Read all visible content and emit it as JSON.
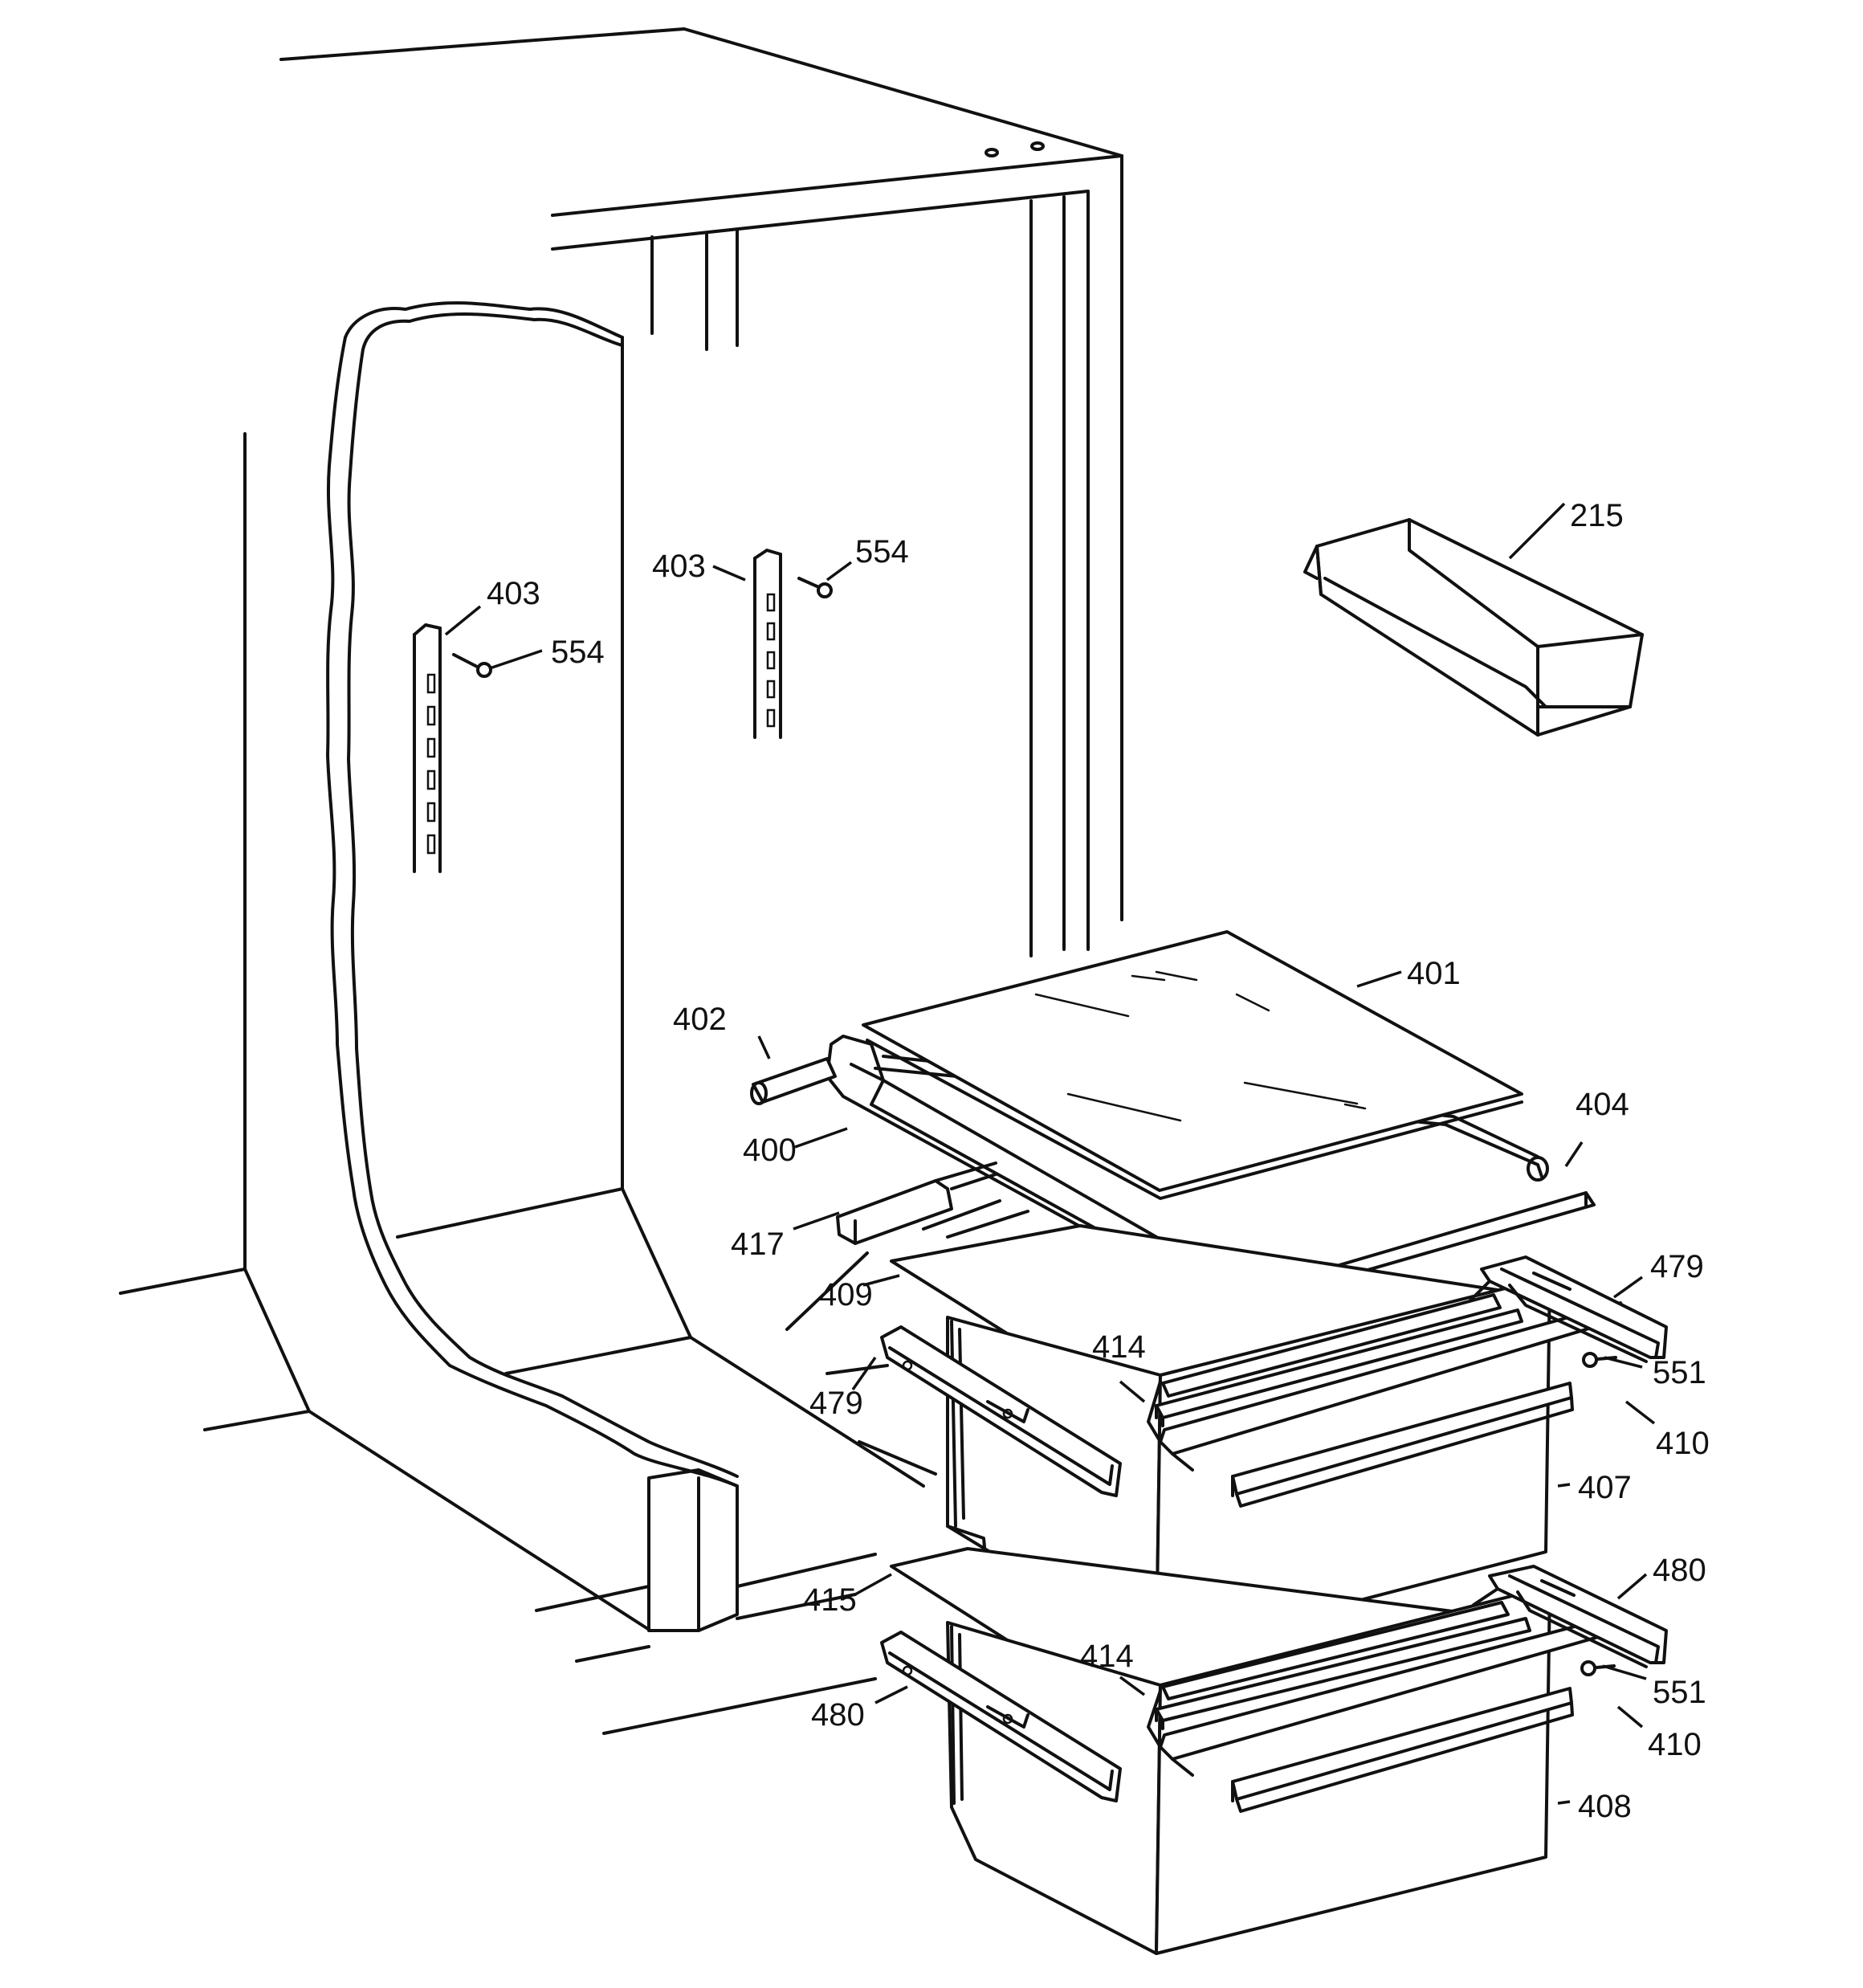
{
  "diagram": {
    "callouts": [
      {
        "id": "c215",
        "text": "215"
      },
      {
        "id": "c403a",
        "text": "403"
      },
      {
        "id": "c554a",
        "text": "554"
      },
      {
        "id": "c403b",
        "text": "403"
      },
      {
        "id": "c554b",
        "text": "554"
      },
      {
        "id": "c401",
        "text": "401"
      },
      {
        "id": "c402",
        "text": "402"
      },
      {
        "id": "c400",
        "text": "400"
      },
      {
        "id": "c404",
        "text": "404"
      },
      {
        "id": "c417",
        "text": "417"
      },
      {
        "id": "c479a",
        "text": "479"
      },
      {
        "id": "c409",
        "text": "409"
      },
      {
        "id": "c414a",
        "text": "414"
      },
      {
        "id": "c551a",
        "text": "551"
      },
      {
        "id": "c479b",
        "text": "479"
      },
      {
        "id": "c410a",
        "text": "410"
      },
      {
        "id": "c407",
        "text": "407"
      },
      {
        "id": "c480a",
        "text": "480"
      },
      {
        "id": "c415",
        "text": "415"
      },
      {
        "id": "c414b",
        "text": "414"
      },
      {
        "id": "c551b",
        "text": "551"
      },
      {
        "id": "c480b",
        "text": "480"
      },
      {
        "id": "c410b",
        "text": "410"
      },
      {
        "id": "c408",
        "text": "408"
      }
    ]
  }
}
